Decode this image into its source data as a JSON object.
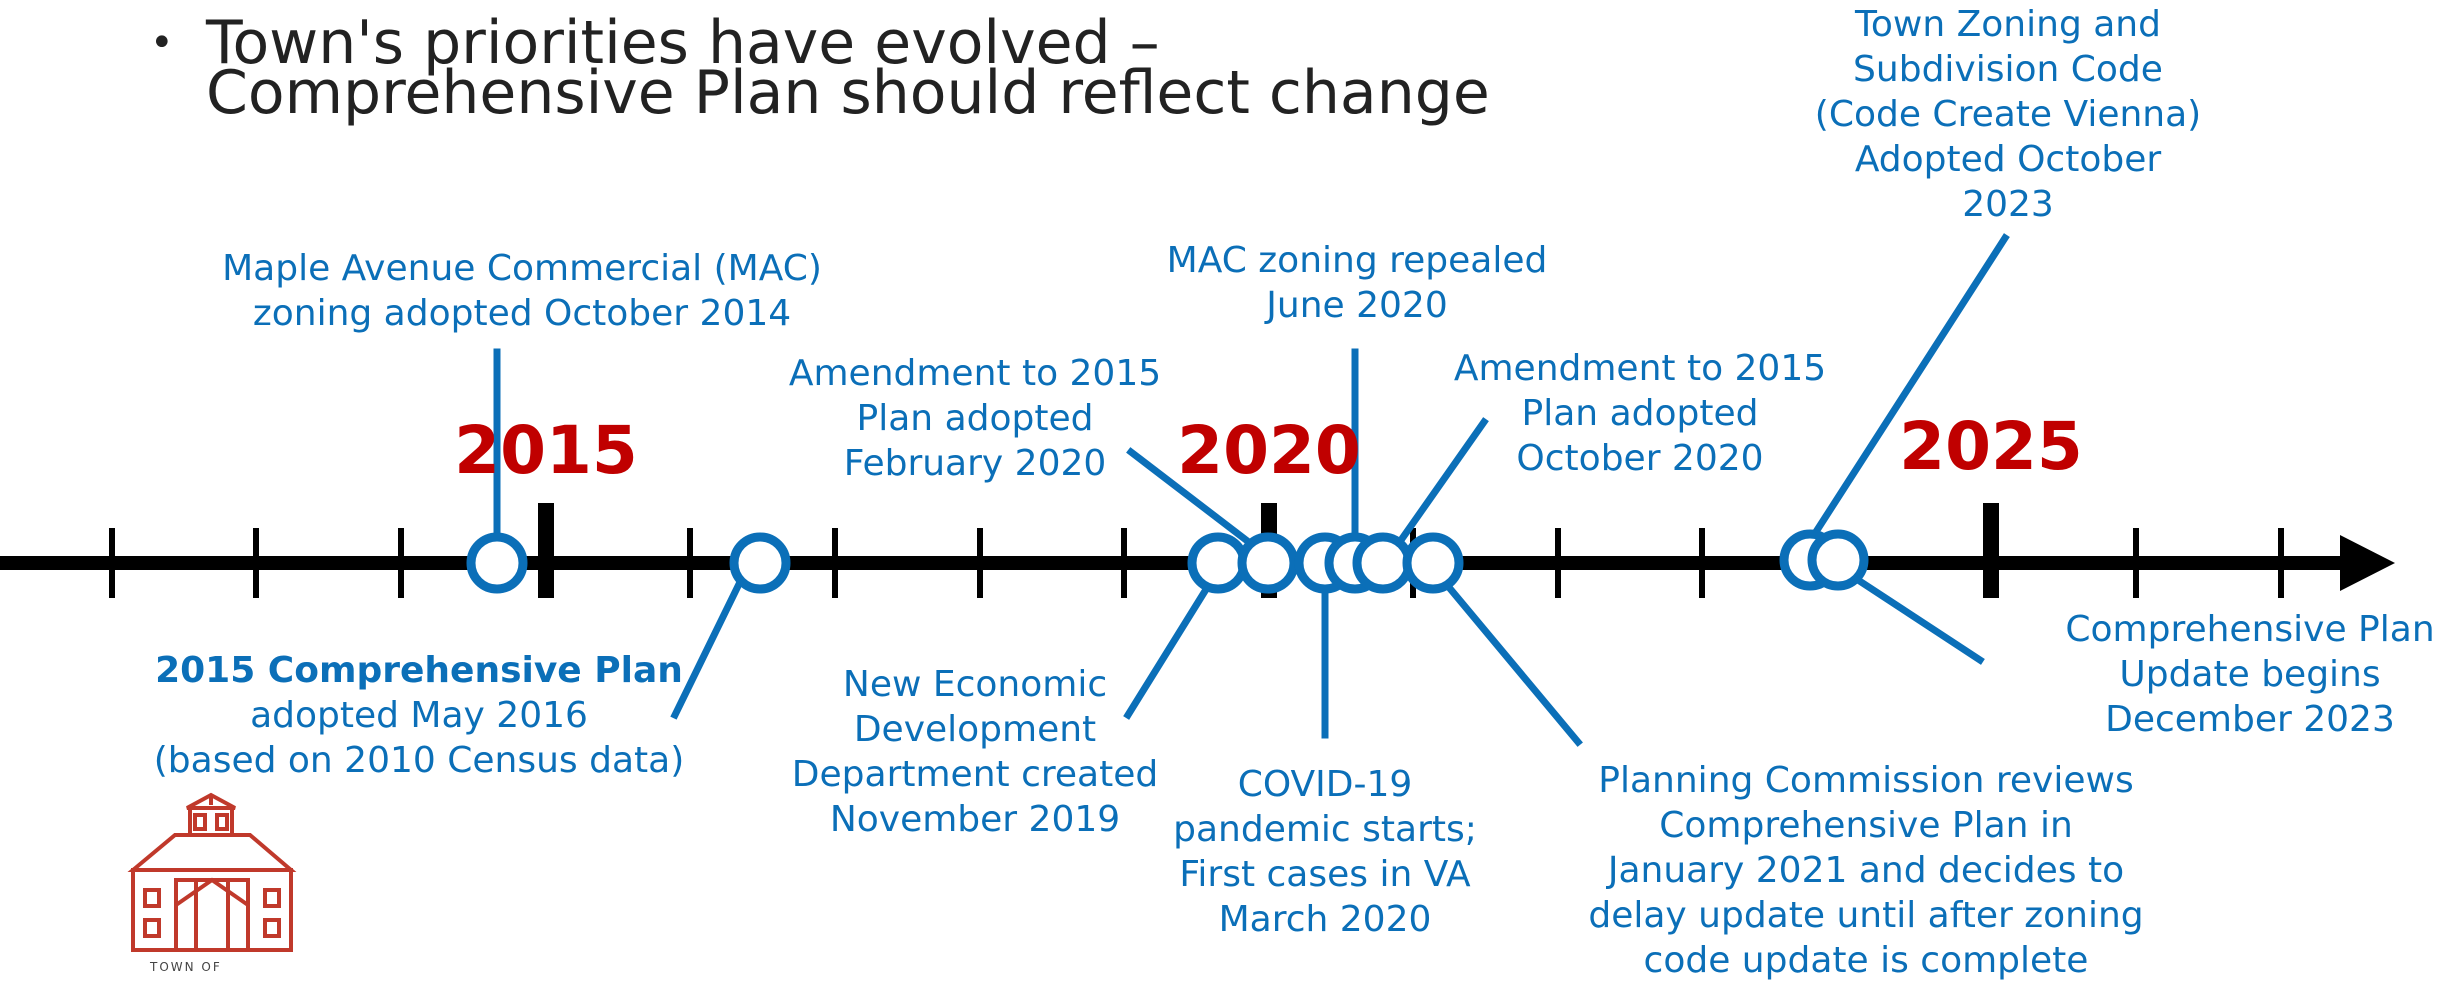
{
  "headline": {
    "bullet": "•",
    "line1": "Town's priorities have evolved –",
    "line2": "Comprehensive Plan should reflect change"
  },
  "years": {
    "y2015": "2015",
    "y2020": "2020",
    "y2025": "2025"
  },
  "events": {
    "mac_adopted": [
      "Maple Avenue Commercial (MAC)",
      "zoning adopted October 2014"
    ],
    "plan_2015": [
      "2015 Comprehensive Plan",
      "adopted May 2016",
      "(based on 2010 Census data)"
    ],
    "amend_feb": [
      "Amendment to 2015",
      "Plan adopted",
      "February 2020"
    ],
    "econ_dev": [
      "New Economic",
      "Development",
      "Department created",
      "November 2019"
    ],
    "mac_repealed": [
      "MAC zoning repealed",
      "June 2020"
    ],
    "covid": [
      "COVID-19",
      "pandemic starts;",
      "First cases in VA",
      "March 2020"
    ],
    "amend_oct": [
      "Amendment to 2015",
      "Plan adopted",
      "October 2020"
    ],
    "pc_review": [
      "Planning Commission reviews",
      "Comprehensive Plan in",
      "January 2021 and decides to",
      "delay update until after zoning",
      "code update is complete"
    ],
    "zoning_code": [
      "Town Zoning and",
      "Subdivision Code",
      "(Code Create Vienna)",
      "Adopted October",
      "2023"
    ],
    "update_begins": [
      "Comprehensive Plan",
      "Update begins",
      "December 2023"
    ]
  },
  "colors": {
    "accent_blue": "#0b6fb8",
    "year_red": "#c00000",
    "axis_black": "#000000",
    "logo_red": "#c0392b"
  },
  "logo": {
    "icon": "town-hall-icon",
    "caption": "TOWN OF"
  }
}
